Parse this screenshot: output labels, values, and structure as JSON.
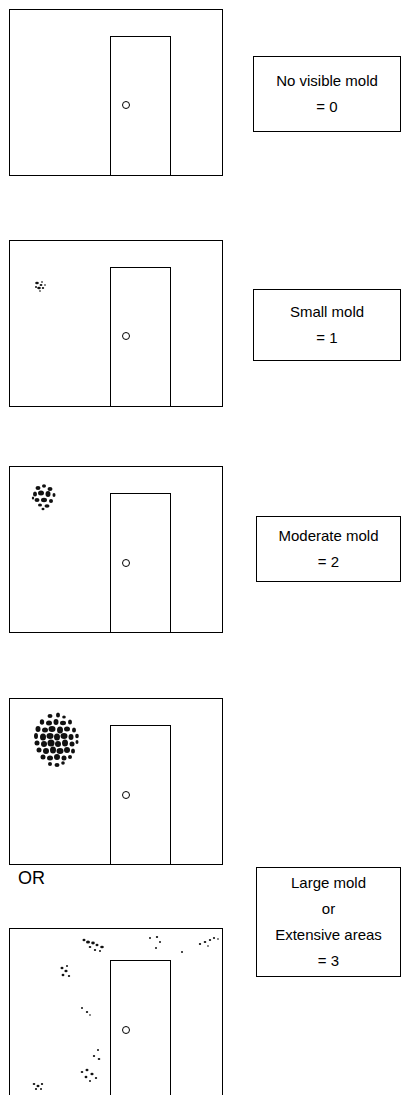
{
  "diagram": {
    "nodes": [
      {
        "text": [
          "No visible mold",
          "= 0"
        ]
      },
      {
        "text": [
          "Small mold",
          "= 1"
        ]
      },
      {
        "text": [
          "Moderate mold",
          "= 2"
        ]
      },
      {
        "text": [
          "Large mold",
          "or",
          "Extensive areas",
          "= 3"
        ]
      }
    ],
    "labels": [
      "OR"
    ]
  }
}
